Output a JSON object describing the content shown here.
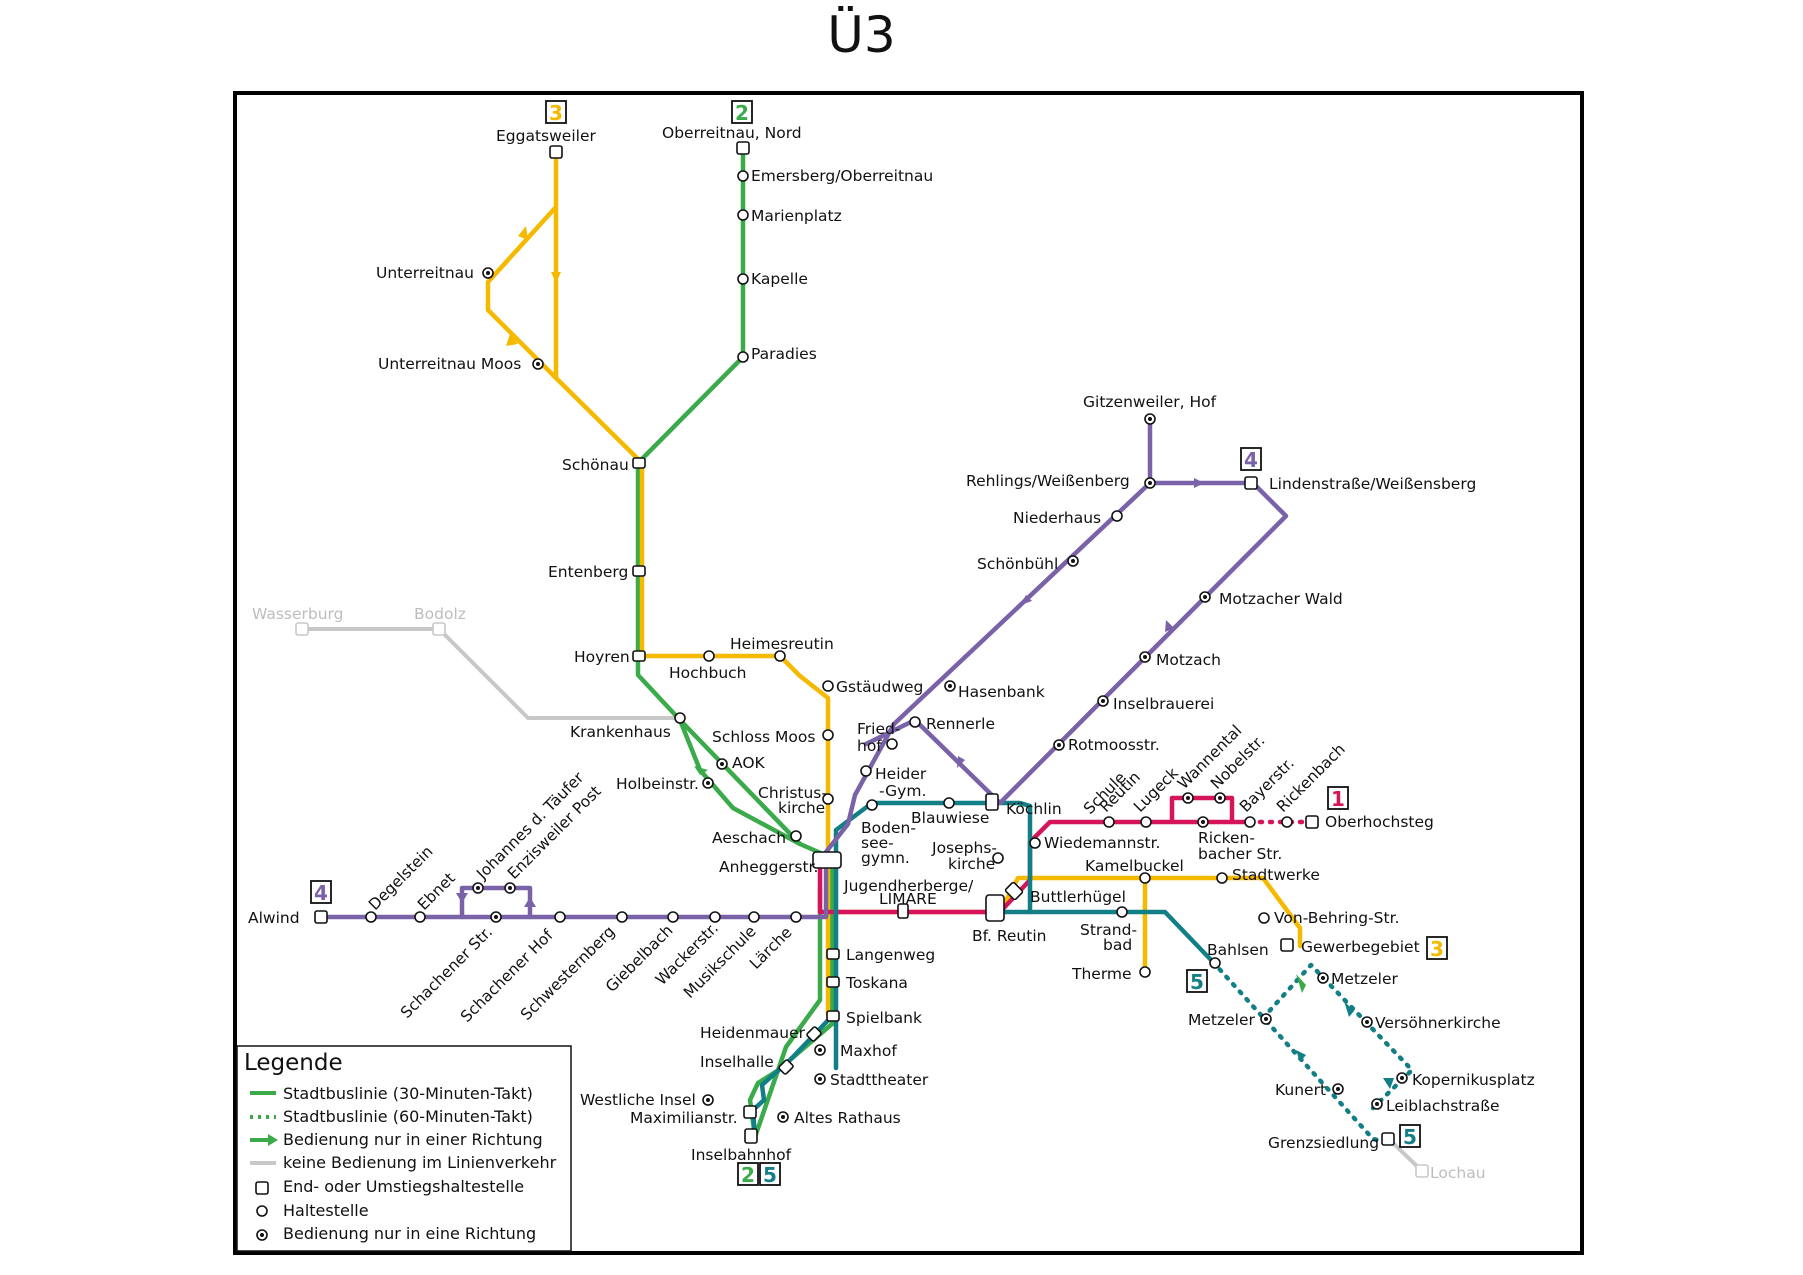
{
  "title": "Ü3",
  "colors": {
    "line1": "#d6145a",
    "line2": "#3aaa4a",
    "line3": "#f5b900",
    "line4": "#7a62a8",
    "line5": "#127f86",
    "inactive": "#c8c8c8",
    "frame": "#000000"
  },
  "line_badges": {
    "l3_top": "3",
    "l2_top": "2",
    "l4_top": "4",
    "l1_right": "1",
    "l4_left": "4",
    "l3_right": "3",
    "l5_mid": "5",
    "l5_bottom": "5",
    "l2_bottom": "2",
    "l5_bottom_left": "5"
  },
  "stops": {
    "eggatsweiler": "Eggatsweiler",
    "unterreitnau": "Unterreitnau",
    "unterreitnau_moos": "Unterreitnau Moos",
    "oberreitnau_nord": "Oberreitnau, Nord",
    "emersberg": "Emersberg/Oberreitnau",
    "marienplatz": "Marienplatz",
    "kapelle": "Kapelle",
    "paradies": "Paradies",
    "schoenau": "Schönau",
    "entenberg": "Entenberg",
    "hoyren": "Hoyren",
    "heimesreutin": "Heimesreutin",
    "hochbuch": "Hochbuch",
    "gstaeudweg": "Gstäudweg",
    "wasserburg": "Wasserburg",
    "bodolz": "Bodolz",
    "krankenhaus": "Krankenhaus",
    "schloss_moos": "Schloss Moos",
    "aok": "AOK",
    "holbeinstr": "Holbeinstr.",
    "christus1": "Christus-",
    "christus2": "kirche",
    "aeschach": "Aeschach",
    "anheggerstr": "Anheggerstr.",
    "gitzenweiler": "Gitzenweiler, Hof",
    "rehlings": "Rehlings/Weißenberg",
    "lindenstrasse": "Lindenstraße/Weißensberg",
    "niederhaus": "Niederhaus",
    "schoenbuehl": "Schönbühl",
    "motzacher_wald": "Motzacher Wald",
    "motzach": "Motzach",
    "hasenbank": "Hasenbank",
    "inselbrauerei": "Inselbrauerei",
    "friedhof1": "Fried-",
    "friedhof2": "hof",
    "rennerle": "Rennerle",
    "rotmoosstr": "Rotmoosstr.",
    "heider1": "Heider",
    "heider2": "-Gym.",
    "blauwiese": "Blauwiese",
    "koechlin": "Köchlin",
    "bodensee1": "Boden-",
    "bodensee2": "see-",
    "bodensee3": "gymn.",
    "josephs1": "Josephs-",
    "josephs2": "kirche",
    "schule_reutin1": "Schule",
    "schule_reutin2": "Reutin",
    "lugeck": "Lugeck",
    "wannental": "Wannental",
    "nobelstr": "Nobelstr.",
    "bayerstr": "Bayerstr.",
    "rickenbach": "Rickenbach",
    "oberhochsteg": "Oberhochsteg",
    "wiedemannstr": "Wiedemannstr.",
    "rickenbacher1": "Ricken-",
    "rickenbacher2": "bacher Str.",
    "kamelbuckel": "Kamelbuckel",
    "stadtwerke": "Stadtwerke",
    "jugendherberge1": "Jugendherberge/",
    "jugendherberge2": "LIMARE",
    "buttlerhuegel": "Buttlerhügel",
    "bf_reutin": "Bf. Reutin",
    "strandbad1": "Strand-",
    "strandbad2": "bad",
    "von_behring": "Von-Behring-Str.",
    "therme": "Therme",
    "bahlsen": "Bahlsen",
    "gewerbegebiet": "Gewerbegebiet",
    "metzeler_r": "Metzeler",
    "metzeler_l": "Metzeler",
    "versoehnerkirche": "Versöhnerkirche",
    "kopernikusplatz": "Kopernikusplatz",
    "kunert": "Kunert",
    "leiblachstrasse": "Leiblachstraße",
    "grenzsiedlung": "Grenzsiedlung",
    "lochau": "Lochau",
    "alwind": "Alwind",
    "degelstein": "Degelstein",
    "ebnet": "Ebnet",
    "johannes": "Johannes d. Täufer",
    "enzisweiler": "Enzisweiler Post",
    "schachener_str": "Schachener Str.",
    "schachener_hof": "Schachener Hof",
    "schwesternberg": "Schwesternberg",
    "giebelbach": "Giebelbach",
    "wackerstr": "Wackerstr.",
    "musikschule": "Musikschule",
    "laerche": "Lärche",
    "langenweg": "Langenweg",
    "toskana": "Toskana",
    "spielbank": "Spielbank",
    "heidenmauer": "Heidenmauer",
    "maxhof": "Maxhof",
    "inselhalle": "Inselhalle",
    "stadttheater": "Stadttheater",
    "westliche_insel": "Westliche Insel",
    "maximilianstr": "Maximilianstr.",
    "altes_rathaus": "Altes Rathaus",
    "inselbahnhof": "Inselbahnhof"
  },
  "legend": {
    "title": "Legende",
    "items": [
      "Stadtbuslinie (30-Minuten-Takt)",
      "Stadtbuslinie (60-Minuten-Takt)",
      "Bedienung nur in einer Richtung",
      "keine Bedienung im Linienverkehr",
      "End- oder Umstiegshaltestelle",
      "Haltestelle",
      "Bedienung nur in eine Richtung"
    ]
  }
}
